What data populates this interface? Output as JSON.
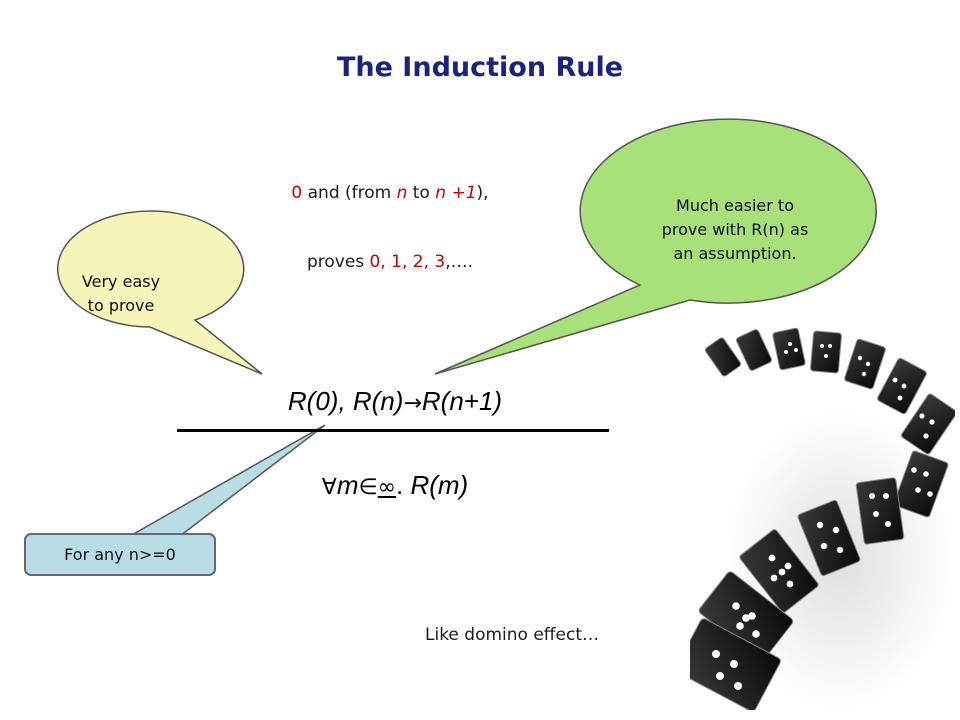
{
  "title": "The Induction Rule",
  "statement": {
    "line1": {
      "zero": "0",
      "and_from": " and (from ",
      "n": "n",
      "to": " to ",
      "n_plus_1": "n +1",
      "close": "),"
    },
    "line2": {
      "proves": "proves ",
      "seq": "0, 1, 2, 3",
      "ellipsis": ",…."
    }
  },
  "rule": {
    "premise": {
      "r0": "R(0), ",
      "rn": "R(n)",
      "arrow": "→",
      "rn1": "R(n+1)"
    },
    "conclusion": {
      "forall": "∀",
      "m": "m",
      "in": "∈",
      "inf": "∞",
      "dot": ". ",
      "rm": "R(m)"
    }
  },
  "callouts": {
    "easy_line1": "Very easy",
    "easy_line2": "to prove",
    "assume_line1": "Much easier to",
    "assume_line2": "prove with R(n) as",
    "assume_line3": "an assumption.",
    "any_n": "For any n>=0"
  },
  "caption": "Like domino effect…",
  "colors": {
    "title": "#1a237e",
    "highlight": "#cc0000",
    "easy_bubble": "#f6f4b8",
    "assume_bubble": "#a8e07a",
    "any_box": "#b9dde6"
  },
  "image": {
    "icon": "falling-dominoes-picture"
  }
}
